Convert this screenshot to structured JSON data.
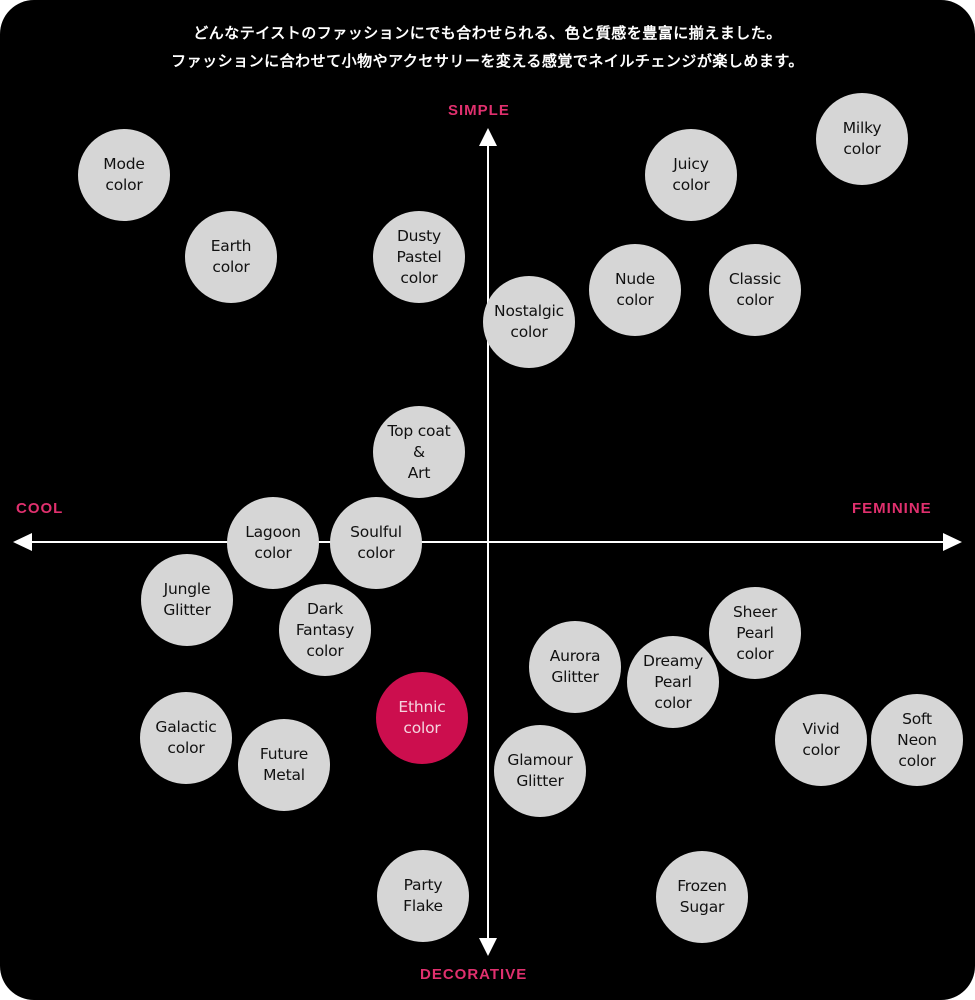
{
  "intro": {
    "line1": "どんなテイストのファッションにでも合わせられる、色と質感を豊富に揃えました。",
    "line2": "ファッションに合わせて小物やアクセサリーを変える感覚でネイルチェンジが楽しめます。"
  },
  "axes": {
    "top": "SIMPLE",
    "bottom": "DECORATIVE",
    "left": "COOL",
    "right": "FEMININE"
  },
  "colors": {
    "background": "#000000",
    "bubble": "#d6d6d6",
    "highlight": "#cc0e4e",
    "axis_label": "#e0306e",
    "axis_line": "#ffffff"
  },
  "bubbles": [
    {
      "label": "Mode\ncolor",
      "highlighted": false
    },
    {
      "label": "Earth\ncolor",
      "highlighted": false
    },
    {
      "label": "Dusty\nPastel\ncolor",
      "highlighted": false
    },
    {
      "label": "Nostalgic\ncolor",
      "highlighted": false
    },
    {
      "label": "Juicy\ncolor",
      "highlighted": false
    },
    {
      "label": "Milky\ncolor",
      "highlighted": false
    },
    {
      "label": "Nude\ncolor",
      "highlighted": false
    },
    {
      "label": "Classic\ncolor",
      "highlighted": false
    },
    {
      "label": "Top coat\n&\nArt",
      "highlighted": false
    },
    {
      "label": "Lagoon\ncolor",
      "highlighted": false
    },
    {
      "label": "Soulful\ncolor",
      "highlighted": false
    },
    {
      "label": "Jungle\nGlitter",
      "highlighted": false
    },
    {
      "label": "Dark\nFantasy\ncolor",
      "highlighted": false
    },
    {
      "label": "Galactic\ncolor",
      "highlighted": false
    },
    {
      "label": "Future\nMetal",
      "highlighted": false
    },
    {
      "label": "Ethnic\ncolor",
      "highlighted": true
    },
    {
      "label": "Party\nFlake",
      "highlighted": false
    },
    {
      "label": "Aurora\nGlitter",
      "highlighted": false
    },
    {
      "label": "Dreamy\nPearl\ncolor",
      "highlighted": false
    },
    {
      "label": "Sheer\nPearl\ncolor",
      "highlighted": false
    },
    {
      "label": "Glamour\nGlitter",
      "highlighted": false
    },
    {
      "label": "Vivid\ncolor",
      "highlighted": false
    },
    {
      "label": "Soft\nNeon\ncolor",
      "highlighted": false
    },
    {
      "label": "Frozen\nSugar",
      "highlighted": false
    }
  ]
}
